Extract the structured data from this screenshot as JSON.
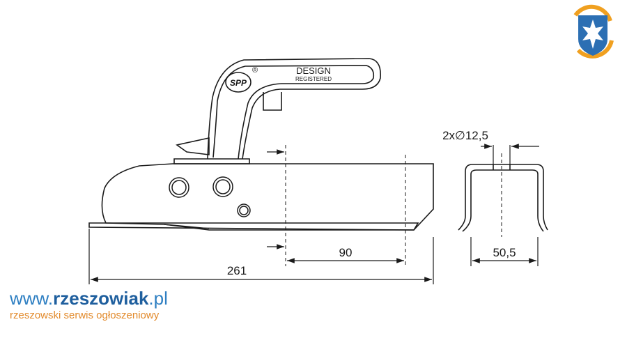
{
  "drawing": {
    "handle_logo": "SPP",
    "registered_mark": "®",
    "design_label": "DESIGN",
    "registered_label": "REGISTERED",
    "dim_hole_label": "2x∅12,5",
    "dim_width_label": "50,5",
    "dim_offset_label": "90",
    "dim_length_label": "261"
  },
  "brand": {
    "www": "www.",
    "name": "rzeszowiak",
    "tld": ".pl",
    "tagline": "rzeszowski serwis ogłoszeniowy"
  },
  "colors": {
    "line": "#1a1a1a",
    "brand_blue": "#1f5f9e",
    "brand_orange": "#e28a2b",
    "logo_blue": "#2c6fb3",
    "logo_orange": "#f0a020"
  },
  "icons": {
    "corner_logo": "cross-shield-logo-icon"
  }
}
